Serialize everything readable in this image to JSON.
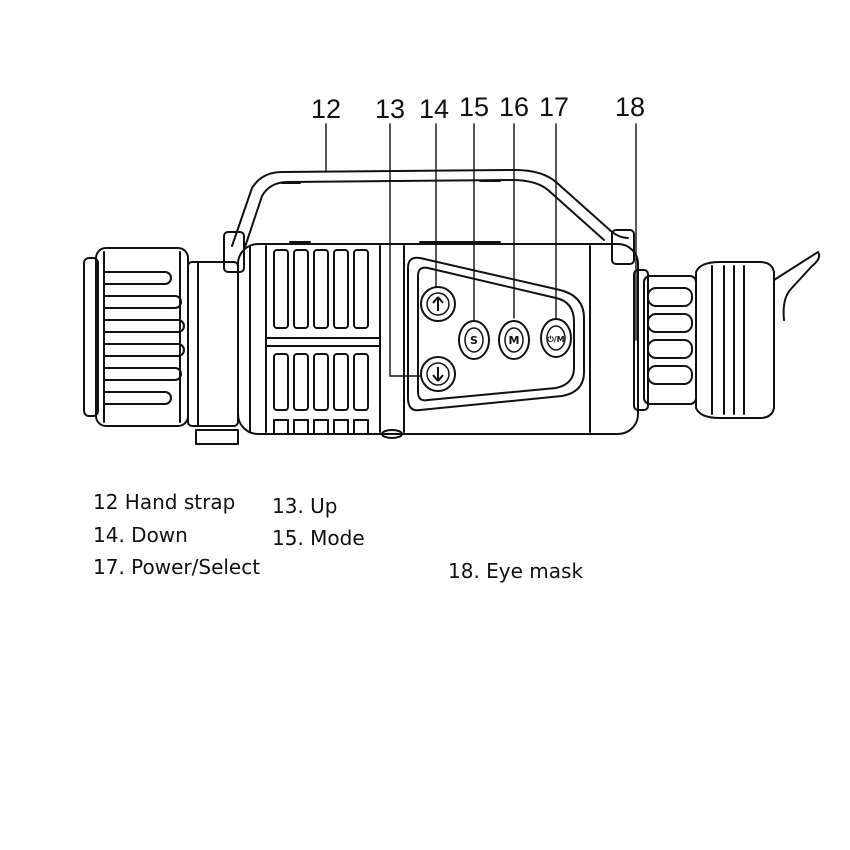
{
  "callouts": {
    "c12": "12",
    "c13": "13",
    "c14": "14",
    "c15": "15",
    "c16": "16",
    "c17": "17",
    "c18": "18"
  },
  "buttons": {
    "up_icon": "up-arrow-icon",
    "down_icon": "down-arrow-icon",
    "mode_glyph": "S",
    "menu_glyph": "M",
    "power_glyph": "⏻/M"
  },
  "legend": {
    "item12": "12 Hand strap",
    "item13": "13. Up",
    "item14": "14. Down",
    "item15": "15. Mode",
    "item17": "17. Power/Select",
    "item18": "18.  Eye mask"
  }
}
